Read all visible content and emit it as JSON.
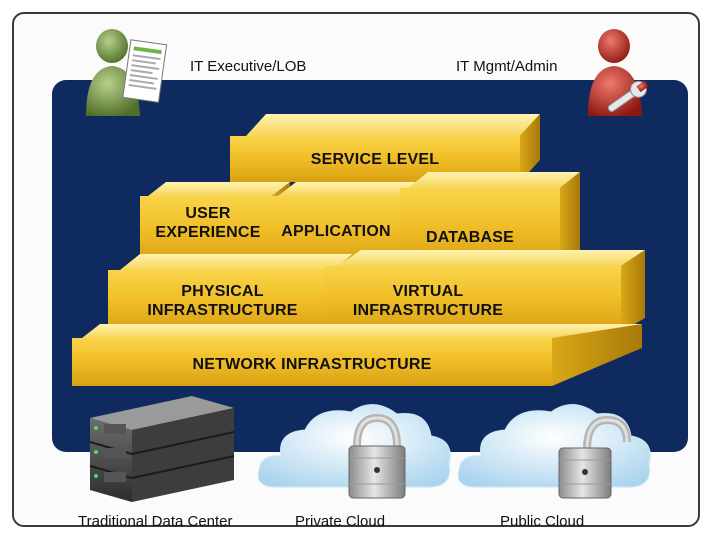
{
  "roles": {
    "executive": "IT Executive/LOB",
    "admin": "IT Mgmt/Admin"
  },
  "layers": {
    "service_level": "SERVICE LEVEL",
    "user_experience": "USER EXPERIENCE",
    "application": "APPLICATION",
    "database": "DATABASE",
    "physical": "PHYSICAL INFRASTRUCTURE",
    "virtual": "VIRTUAL INFRASTRUCTURE",
    "network": "NETWORK INFRASTRUCTURE"
  },
  "environments": {
    "datacenter": "Traditional Data Center",
    "private": "Private Cloud",
    "public": "Public Cloud"
  },
  "colors": {
    "navy": "#0f2a5e",
    "gold_top": "#fde68a",
    "gold_front": "#f2c12e",
    "gold_side": "#c99a12",
    "executive_person": "#7a9a4a",
    "admin_person": "#c0332b"
  },
  "icons": {
    "executive": "person-with-document-icon",
    "admin": "person-with-wrench-icon",
    "datacenter": "server-rack-icon",
    "private": "cloud-lock-icon",
    "public": "cloud-lock-icon"
  }
}
